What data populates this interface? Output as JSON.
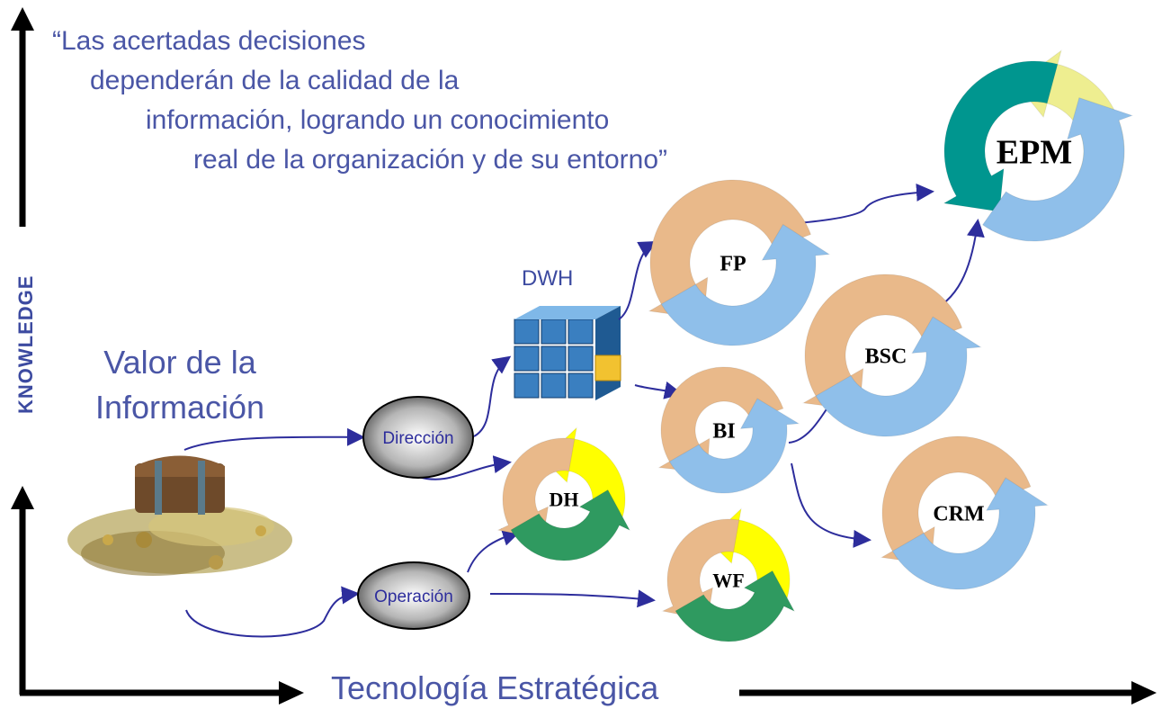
{
  "quote": {
    "lines": [
      "“Las acertadas decisiones",
      "dependerán de la calidad de la",
      "información, logrando un conocimiento",
      "real de la organización y de su entorno”"
    ]
  },
  "axis": {
    "y_label": "KNOWLEDGE",
    "x_label": "Tecnología Estratégica"
  },
  "valor": {
    "line1": "Valor de la",
    "line2": "Información"
  },
  "nodes": {
    "direccion": "Dirección",
    "operacion": "Operación",
    "dwh": "DWH",
    "fp": "FP",
    "bi": "BI",
    "bsc": "BSC",
    "crm": "CRM",
    "dh": "DH",
    "wf": "WF",
    "epm": "EPM"
  },
  "colors": {
    "text_blue": "#4a56a6",
    "connector": "#2d2d9c",
    "tan": "#e9b98a",
    "blue": "#8fbfea",
    "teal": "#00968f",
    "pale_yellow": "#eeee90",
    "yellow": "#ffff00",
    "green": "#2f9a60"
  }
}
